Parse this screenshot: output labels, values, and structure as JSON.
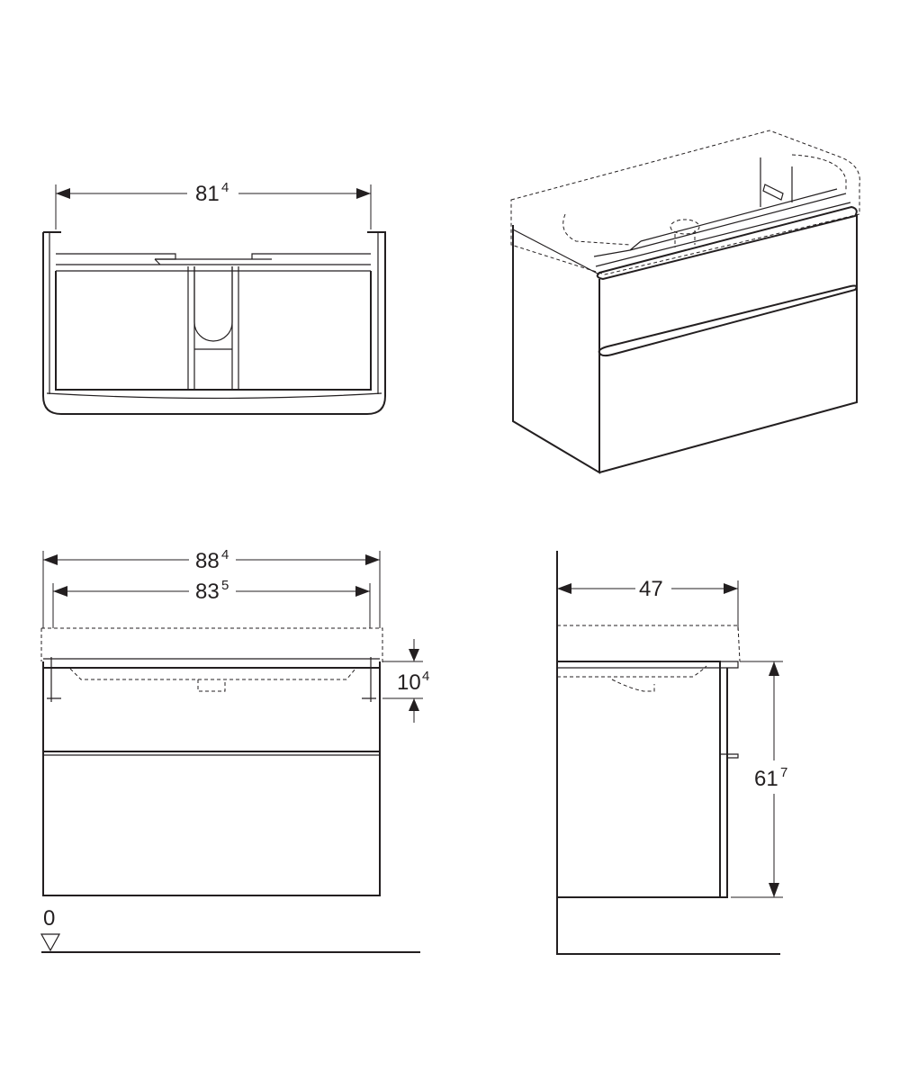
{
  "dimensions": {
    "top_view_width": {
      "main": "81",
      "sup": "4"
    },
    "front_total_width": {
      "main": "88",
      "sup": "4"
    },
    "front_inner_width": {
      "main": "83",
      "sup": "5"
    },
    "front_gap_height": {
      "main": "10",
      "sup": "4"
    },
    "side_depth": {
      "main": "47",
      "sup": ""
    },
    "side_height": {
      "main": "61",
      "sup": "7"
    },
    "floor_level": "0"
  },
  "colors": {
    "line": "#231f20",
    "background": "#ffffff"
  }
}
